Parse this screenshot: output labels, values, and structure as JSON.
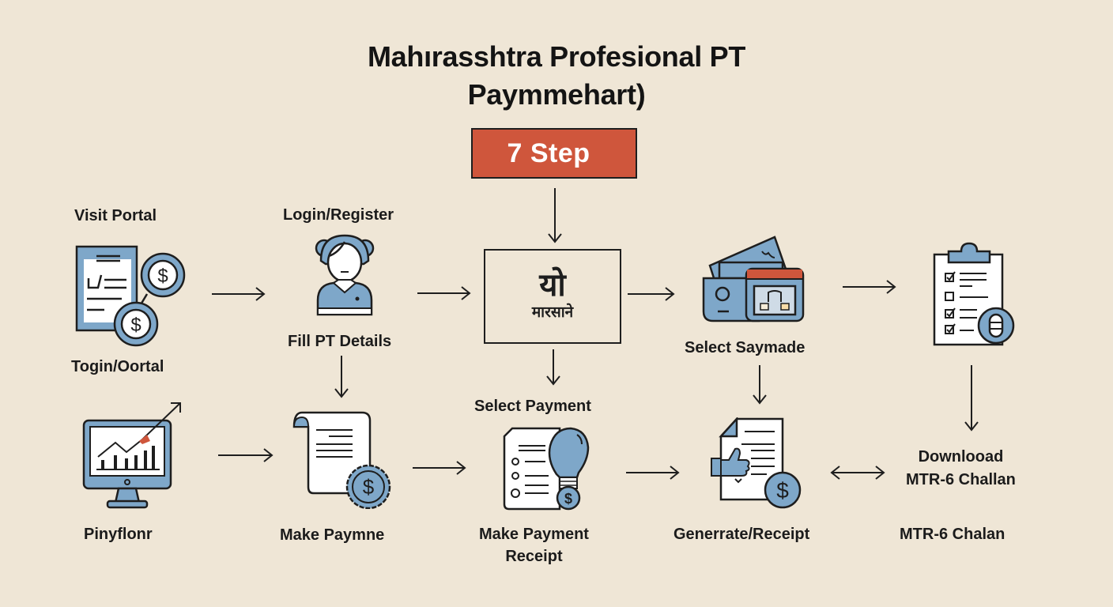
{
  "title": {
    "line1": "Mahırasshtra Profesional PT",
    "line2": "Paymmehart)"
  },
  "badge": {
    "label": "7 Step",
    "color": "#cf563c"
  },
  "center_box": {
    "big_text": "यो",
    "small_text": "मारसाने"
  },
  "steps": {
    "visit_portal": {
      "top_label": "Visit Portal",
      "bottom_label": "Togin/Oortal",
      "icon": "document-coins-icon"
    },
    "login_register": {
      "top_label": "Login/Register",
      "bottom_label": "Fill PT Details",
      "icon": "user-avatar-icon"
    },
    "select_saymade": {
      "label": "Select Saymade",
      "icon": "wallet-cards-icon"
    },
    "checklist": {
      "icon": "clipboard-checklist-icon"
    },
    "pinyflonr": {
      "label": "Pinyflonr",
      "icon": "monitor-chart-icon"
    },
    "make_paymne": {
      "label": "Make Paymne",
      "icon": "scroll-seal-icon"
    },
    "select_payment": {
      "top_label": "Select Payment",
      "bottom_label_1": "Make Payment",
      "bottom_label_2": "Receipt",
      "icon": "document-bulb-icon"
    },
    "generate_receipt": {
      "label": "Generrate/Receipt",
      "icon": "document-thumbsup-icon"
    },
    "download": {
      "label_1": "Downlooad",
      "label_2": "MTR-6 Challan",
      "bottom_label": "MTR-6 Chalan"
    }
  },
  "colors": {
    "background": "#efe6d6",
    "icon_blue": "#7ea7c9",
    "accent_red": "#cf563c",
    "stroke": "#1e1e1e"
  }
}
